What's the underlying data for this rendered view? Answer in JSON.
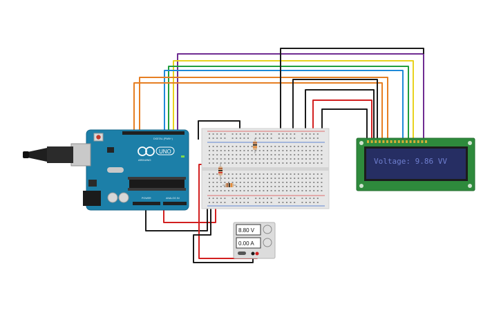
{
  "arduino": {
    "logo_text": "ARDUINO",
    "model_text": "UNO",
    "header_digital": "DIGITAL (PWM~)",
    "header_power": "POWER",
    "header_analog": "ANALOG IN"
  },
  "lcd": {
    "display_text": "Voltage: 9.86 VV",
    "text_color": "#6f7fd0",
    "screen_color": "#262e63"
  },
  "power_supply": {
    "voltage_readout": "8.80 V",
    "current_readout": "0.00 A"
  },
  "wire_colors": {
    "purple": "#6f2c91",
    "yellow": "#e8d21e",
    "green": "#1f9e3c",
    "blue": "#1f8ad8",
    "orange": "#e67e22",
    "black": "#1a1a1a",
    "red": "#d21f1f"
  }
}
